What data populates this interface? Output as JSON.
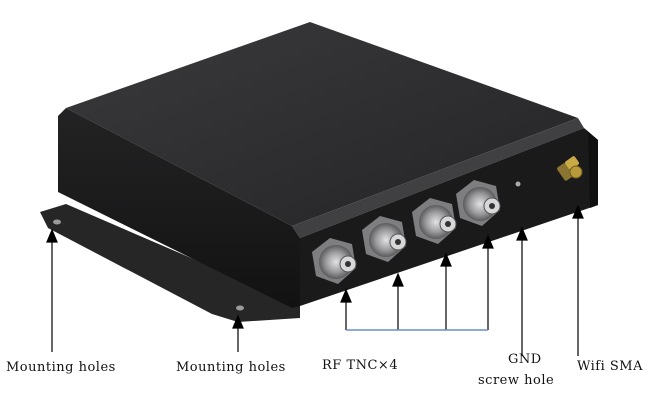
{
  "labels": {
    "mount_left": "Mounting holes",
    "mount_right": "Mounting holes",
    "rf": "RF TNC×4",
    "gnd_line1": "GND",
    "gnd_line2": "screw hole",
    "wifi": "Wifi SMA"
  },
  "colors": {
    "body_top": "#2e2e30",
    "body_front": "#1b1b1c",
    "body_side": "#141415",
    "flange": "#262627",
    "connector": "#9a9a9c",
    "sma_gold": "#b89a3a",
    "bracket_blue": "#6a8ec8",
    "arrow": "#000000"
  },
  "icons": {
    "tnc_connector": "tnc-connector-icon",
    "sma_connector": "sma-connector-icon",
    "screw_hole": "screw-hole-icon"
  }
}
